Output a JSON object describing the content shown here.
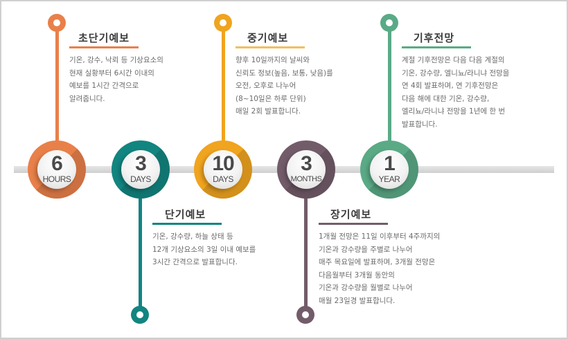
{
  "colors": {
    "short_range": "#e9804a",
    "short_term": "#128580",
    "medium_term": "#f0a41f",
    "long_term": "#735c6a",
    "climate": "#5aaa86",
    "bar": "#d4d4d4"
  },
  "timeline": [
    {
      "number": "6",
      "unit": "HOURS",
      "title": "초단기예보",
      "description": "기온, 강수, 낙뢰 등 기상요소의\n현재 실황부터 6시간 이내의\n예보를 1시간 간격으로\n알려줍니다."
    },
    {
      "number": "3",
      "unit": "DAYS",
      "title": "단기예보",
      "description": "기온, 강수량, 하늘 상태 등\n12개 기상요소의 3일 이내 예보를\n3시간 간격으로 발표합니다."
    },
    {
      "number": "10",
      "unit": "DAYS",
      "title": "중기예보",
      "description": "향후 10일까지의 날씨와\n신뢰도 정보(높음, 보통, 낮음)를\n오전, 오후로 나누어\n(8~10일은 하루 단위)\n매일 2회 발표합니다."
    },
    {
      "number": "3",
      "unit": "MONTHS",
      "title": "장기예보",
      "description": "1개월 전망은 11일 이후부터 4주까지의\n기온과 강수량을 주별로 나누어\n매주 목요일에 발표하며, 3개월 전망은\n다음월부터 3개월 동안의\n기온과 강수량을 월별로 나누어\n매월 23일경 발표합니다."
    },
    {
      "number": "1",
      "unit": "YEAR",
      "title": "기후전망",
      "description": "계절 기후전망은 다음 다음 계절의\n기온, 강수량, 엘니뇨/라니냐 전망을\n연 4회 발표하며, 연 기후전망은\n다음 해에 대한 기온, 강수량,\n엘리뇨/라니냐 전망을 1년에 한 번\n발표합니다."
    }
  ]
}
